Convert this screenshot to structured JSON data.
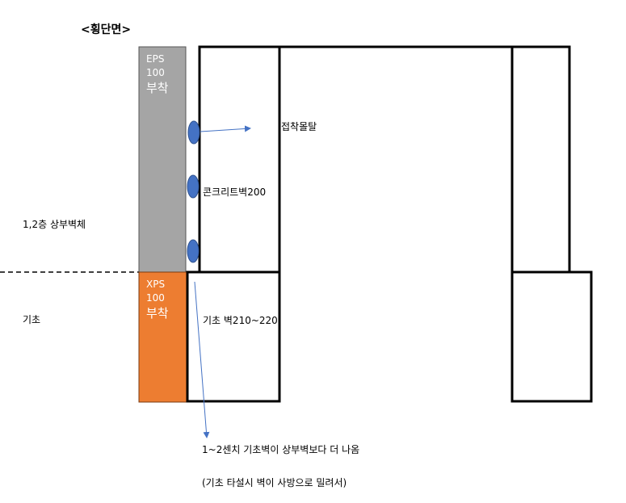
{
  "title": "<횡단면>",
  "eps_panel": {
    "line1": "EPS",
    "line2": "100",
    "line3": "부착",
    "color": "#a5a5a5"
  },
  "xps_panel": {
    "line1": "XPS",
    "line2": "100",
    "line3": "부착",
    "color": "#ed7d31"
  },
  "labels": {
    "adhesive_mortar": "접착몰탈",
    "concrete_wall": "콘크리트벽200",
    "upper_wall": "1,2층 상부벽체",
    "foundation": "기초",
    "foundation_wall": "기초 벽210~220",
    "note1": "1~2센치 기초벽이 상부벽보다 더 나옴",
    "note2": "(기초 타설시 벽이 사방으로 밀려서)"
  },
  "colors": {
    "mortar_dot": "#4472c4",
    "arrow": "#4472c4"
  }
}
